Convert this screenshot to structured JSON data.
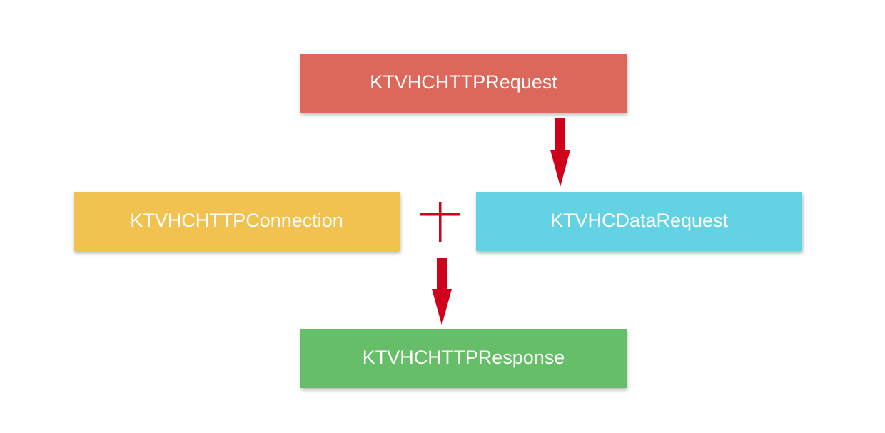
{
  "nodes": {
    "request": {
      "label": "KTVHCHTTPRequest",
      "color": "#dc675b"
    },
    "connection": {
      "label": "KTVHCHTTPConnection",
      "color": "#f1c250"
    },
    "data": {
      "label": "KTVHCDataRequest",
      "color": "#63d3e4"
    },
    "response": {
      "label": "KTVHCHTTPResponse",
      "color": "#66be68"
    }
  },
  "connectors": {
    "arrow_color": "#d0021b",
    "plus_symbol": "+"
  }
}
